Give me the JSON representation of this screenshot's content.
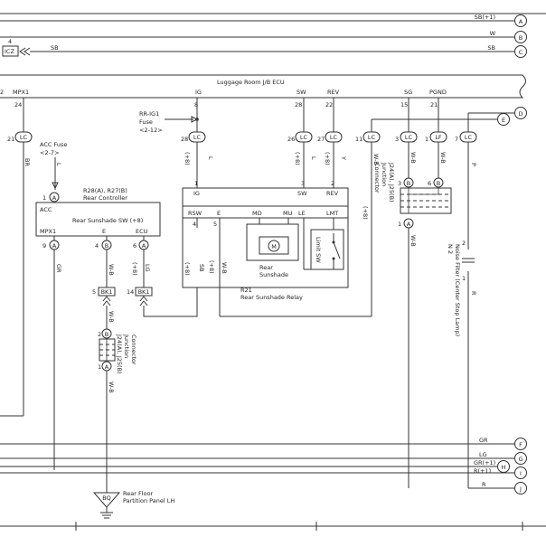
{
  "offpage": {
    "A": "A",
    "B": "B",
    "C": "C",
    "D": "D",
    "E": "E",
    "F": "F",
    "G": "G",
    "H": "H",
    "I": "I",
    "J": "J"
  },
  "top_wires": {
    "sb_plus1": "SB(+1)",
    "w": "W",
    "sb": "SB",
    "sb_left": "SB",
    "icz_pin": "4",
    "icz": "ICZ"
  },
  "ecu": {
    "title": "Luggage Room J/B ECU",
    "pins": {
      "mpx1": "MPX1",
      "mpx1_n": "24",
      "mpx_left": "2",
      "ig": "IG",
      "ig_n": "8",
      "sw": "SW",
      "sw_n": "28",
      "rev": "REV",
      "rev_n": "22",
      "sg": "SG",
      "sg_n": "15",
      "pgnd": "PGND",
      "pgnd_n": "21"
    },
    "connectors": {
      "lc": "LC",
      "lf": "LF",
      "n21": "21",
      "n28": "28",
      "n26": "26",
      "n27": "27",
      "n11": "11",
      "n3": "3",
      "n1": "1",
      "n7": "7"
    }
  },
  "fuses": {
    "rr_ig1_l1": "RR-IG1",
    "rr_ig1_l2": "Fuse",
    "rr_ig1_l3": "<2-12>",
    "acc_l1": "ACC Fuse",
    "acc_l2": "<2-7>"
  },
  "wire_colors": {
    "br": "BR",
    "l": "L",
    "y": "Y",
    "wb": "W-B",
    "p": "P",
    "gr": "GR",
    "lg": "LG",
    "sb": "SB",
    "r": "R",
    "gr_plus1": "GR(+1)",
    "r_plus1": "R(+1)",
    "v8": "(+8)",
    "gr_left": "GR"
  },
  "rear_controller": {
    "ref": "R28(A), R27(B)",
    "name": "Rear Controller",
    "sw_label": "Rear Sunshade SW (+8)",
    "acc": "ACC",
    "acc_pin": "1",
    "acc_conn": "A",
    "mpx1": "MPX1",
    "mpx1_pin": "9",
    "mpx1_conn": "A",
    "e": "E",
    "e_pin": "4",
    "e_conn": "B",
    "ecu": "ECU",
    "ecu_pin": "6",
    "ecu_conn": "A"
  },
  "bk1": {
    "label": "BK1",
    "pin5": "5",
    "pin14": "14"
  },
  "relay": {
    "ref": "R21",
    "name": "Rear Sunshade Relay",
    "ig": "IG",
    "sw": "SW",
    "rev": "REV",
    "rsw": "RSW",
    "e": "E",
    "md": "MD",
    "mu": "MU",
    "le": "LE",
    "lmt": "LMT",
    "p1": "1",
    "p3": "3",
    "p2": "2",
    "p4": "4",
    "p5": "5",
    "motor": "M",
    "sunshade_l1": "Rear",
    "sunshade_l2": "Sunshade",
    "limit_sw": "Limit SW"
  },
  "junction_right": {
    "ref": "J24(A), J25(B)",
    "l2": "Junction",
    "l3": "Connector",
    "b": "B",
    "a": "A",
    "p3": "3",
    "p6": "6",
    "p1": "1"
  },
  "junction_left": {
    "ref": "J24(A), J25(B)",
    "l2": "Junction",
    "l3": "Connector",
    "b": "B",
    "a": "A",
    "p2": "2",
    "p1": "1"
  },
  "noise_filter": {
    "ref": "N 2",
    "name": "Noise Filter (Center Stop Lamp)",
    "p2": "2",
    "p1": "1"
  },
  "ground": {
    "id": "BQ",
    "l1": "Rear Floor",
    "l2": "Partition Panel LH"
  }
}
